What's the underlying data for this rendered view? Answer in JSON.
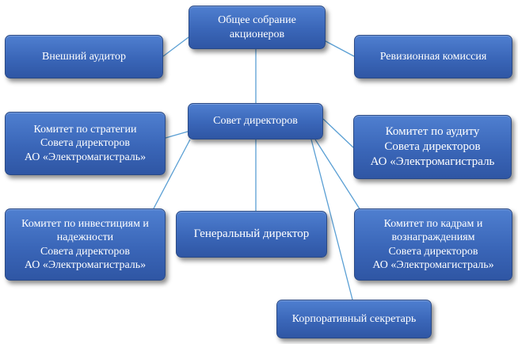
{
  "diagram": {
    "nodes": [
      {
        "id": "gsm",
        "lines": [
          "Общее собрание",
          "акционеров"
        ]
      },
      {
        "id": "ext",
        "lines": [
          "Внешний аудитор"
        ]
      },
      {
        "id": "rev",
        "lines": [
          "Ревизионная комиссия"
        ]
      },
      {
        "id": "board",
        "lines": [
          "Совет директоров"
        ]
      },
      {
        "id": "strat",
        "lines": [
          "Комитет по стратегии",
          "Совета директоров",
          "АО «Электромагистраль»"
        ]
      },
      {
        "id": "audit",
        "lines": [
          "Комитет по аудиту",
          "Совета директоров",
          "АО «Электромагистраль"
        ]
      },
      {
        "id": "invest",
        "lines": [
          "Комитет по инвестициям и",
          "надежности",
          "Совета директоров",
          "АО «Электромагистраль»"
        ]
      },
      {
        "id": "ceo",
        "lines": [
          "Генеральный директор"
        ]
      },
      {
        "id": "hr",
        "lines": [
          "Комитет по кадрам и",
          "вознаграждениям",
          "Совета директоров",
          "АО «Электромагистраль»"
        ]
      },
      {
        "id": "sec",
        "lines": [
          "Корпоративный секретарь"
        ]
      }
    ],
    "edges": [
      {
        "from": "gsm",
        "to": "ext"
      },
      {
        "from": "gsm",
        "to": "rev"
      },
      {
        "from": "gsm",
        "to": "board"
      },
      {
        "from": "board",
        "to": "strat"
      },
      {
        "from": "board",
        "to": "audit"
      },
      {
        "from": "board",
        "to": "invest"
      },
      {
        "from": "board",
        "to": "ceo"
      },
      {
        "from": "board",
        "to": "hr"
      },
      {
        "from": "board",
        "to": "sec"
      }
    ],
    "colors": {
      "box_fill": "#3a66b8",
      "box_text": "#ffffff",
      "connector": "#5a9fd4"
    }
  }
}
